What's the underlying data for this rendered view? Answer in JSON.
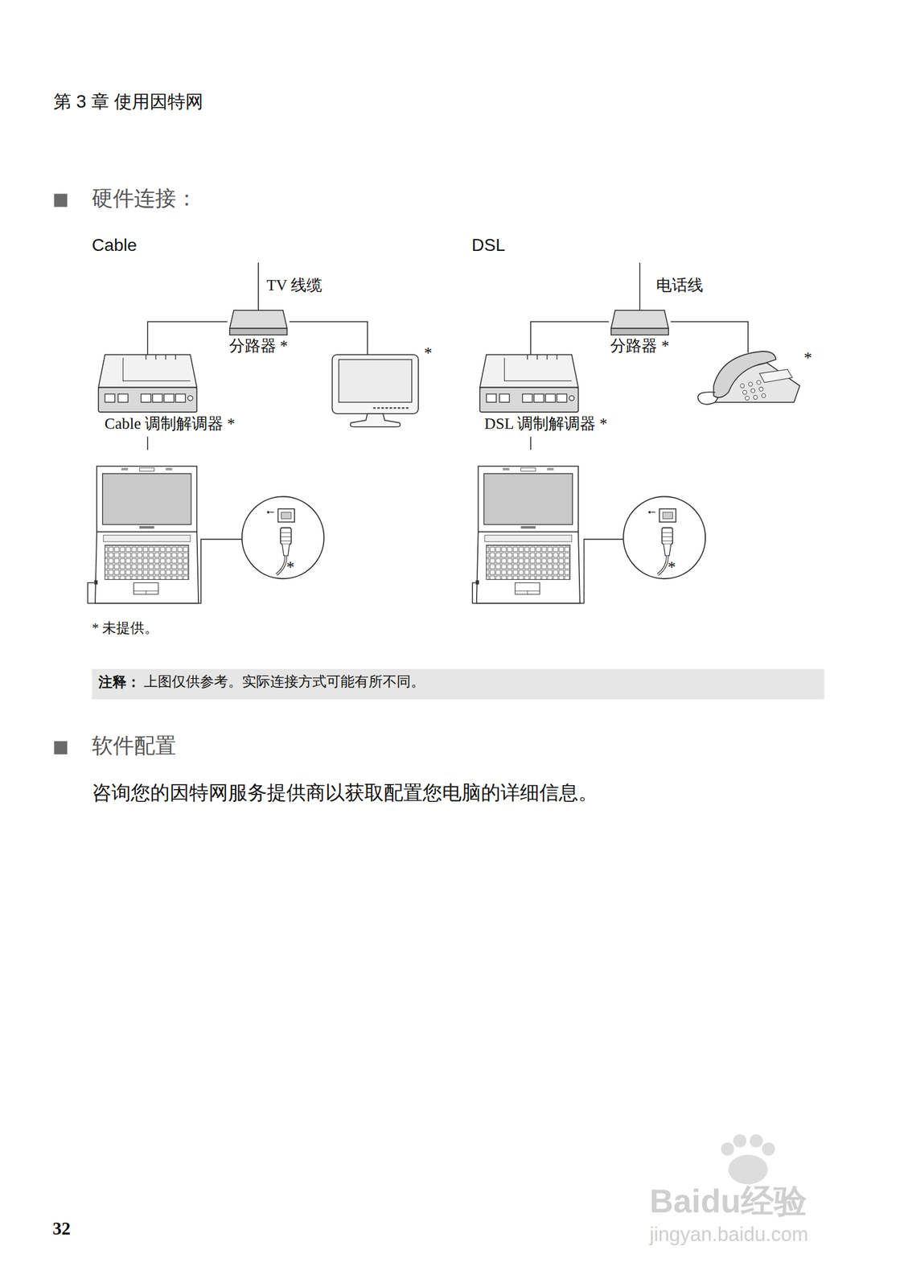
{
  "diagram": {
    "nodes": [
      {
        "text": [
          "分路器 *"
        ]
      },
      {
        "text": [
          "Cable 调制解调器 *"
        ]
      },
      {
        "text": [
          "*"
        ]
      },
      {
        "text": [
          "*"
        ]
      },
      {
        "text": [
          "分路器 *"
        ]
      },
      {
        "text": [
          "DSL 调制解调器 *"
        ]
      },
      {
        "text": [
          "*"
        ]
      },
      {
        "text": [
          "*"
        ]
      }
    ],
    "edges": [
      {
        "from": 0,
        "to": 1,
        "arrow": "none"
      },
      {
        "from": 0,
        "to": 2,
        "arrow": "none"
      },
      {
        "from": 4,
        "to": 5,
        "arrow": "none"
      },
      {
        "from": 4,
        "to": 6,
        "arrow": "none"
      }
    ],
    "labels": [
      "第 3 章 使用因特网",
      "硬件连接：",
      "Cable",
      "TV 线缆",
      "DSL",
      "电话线",
      "* 未提供。",
      "注释：",
      "上图仅供参考。实际连接方式可能有所不同。",
      "软件配置",
      "咨询您的因特网服务提供商以获取配置您电脑的详细信息。",
      "32",
      "Baidu经验",
      "jingyan.baidu.com"
    ]
  }
}
